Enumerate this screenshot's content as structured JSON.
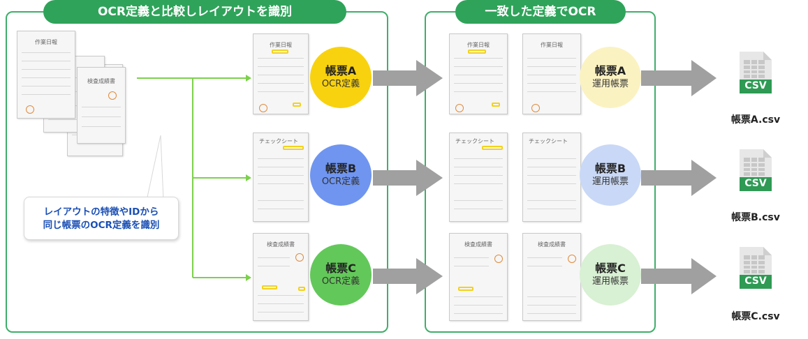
{
  "header_left": "OCR定義と比較しレイアウトを識別",
  "header_right": "一致した定義でOCR",
  "callout": {
    "line1": "レイアウトの特徴やIDから",
    "line2": "同じ帳票のOCR定義を識別"
  },
  "documents": {
    "daily_report": "作業日報",
    "check_sheet": "チェックシート",
    "inspection": "検査成績書",
    "inspection_pile": "検査成績書"
  },
  "ocr_defs": [
    {
      "name": "帳票A",
      "sub": "OCR定義",
      "color": "#f8d20e"
    },
    {
      "name": "帳票B",
      "sub": "OCR定義",
      "color": "#6f95f0"
    },
    {
      "name": "帳票C",
      "sub": "OCR定義",
      "color": "#63c85a"
    }
  ],
  "operations": [
    {
      "name": "帳票A",
      "sub": "運用帳票",
      "color": "#fbf2c2"
    },
    {
      "name": "帳票B",
      "sub": "運用帳票",
      "color": "#c9d8f6"
    },
    {
      "name": "帳票C",
      "sub": "運用帳票",
      "color": "#d8f0d3"
    }
  ],
  "csv_outputs": [
    {
      "icon_label": "CSV",
      "filename": "帳票A.csv"
    },
    {
      "icon_label": "CSV",
      "filename": "帳票B.csv"
    },
    {
      "icon_label": "CSV",
      "filename": "帳票C.csv"
    }
  ],
  "colors": {
    "panel_border": "#3fae6a",
    "header_bg": "#2fa35a",
    "connector": "#7bd14a",
    "arrow": "#a0a0a0",
    "csv_green": "#2e9a54"
  }
}
